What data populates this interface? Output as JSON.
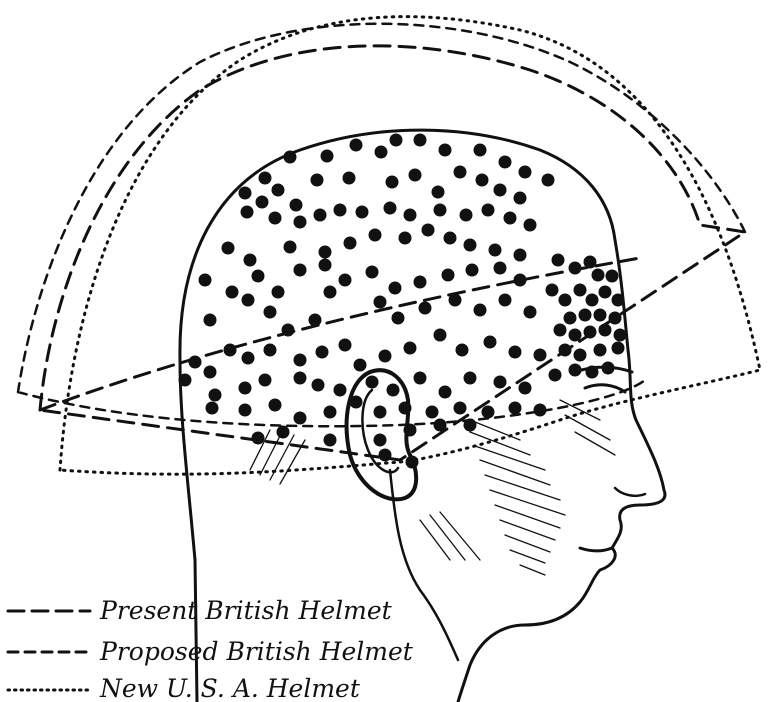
{
  "legend": {
    "items": [
      {
        "label": "Present British Helmet",
        "line_style": "long-dash"
      },
      {
        "label": "Proposed British Helmet",
        "line_style": "short-dash"
      },
      {
        "label": "New U. S. A. Helmet",
        "line_style": "dotted"
      }
    ]
  },
  "ink_color": "#111111",
  "background_color": "#ffffff",
  "wound_markers": {
    "description_icon": "filled-dot-icon"
  }
}
